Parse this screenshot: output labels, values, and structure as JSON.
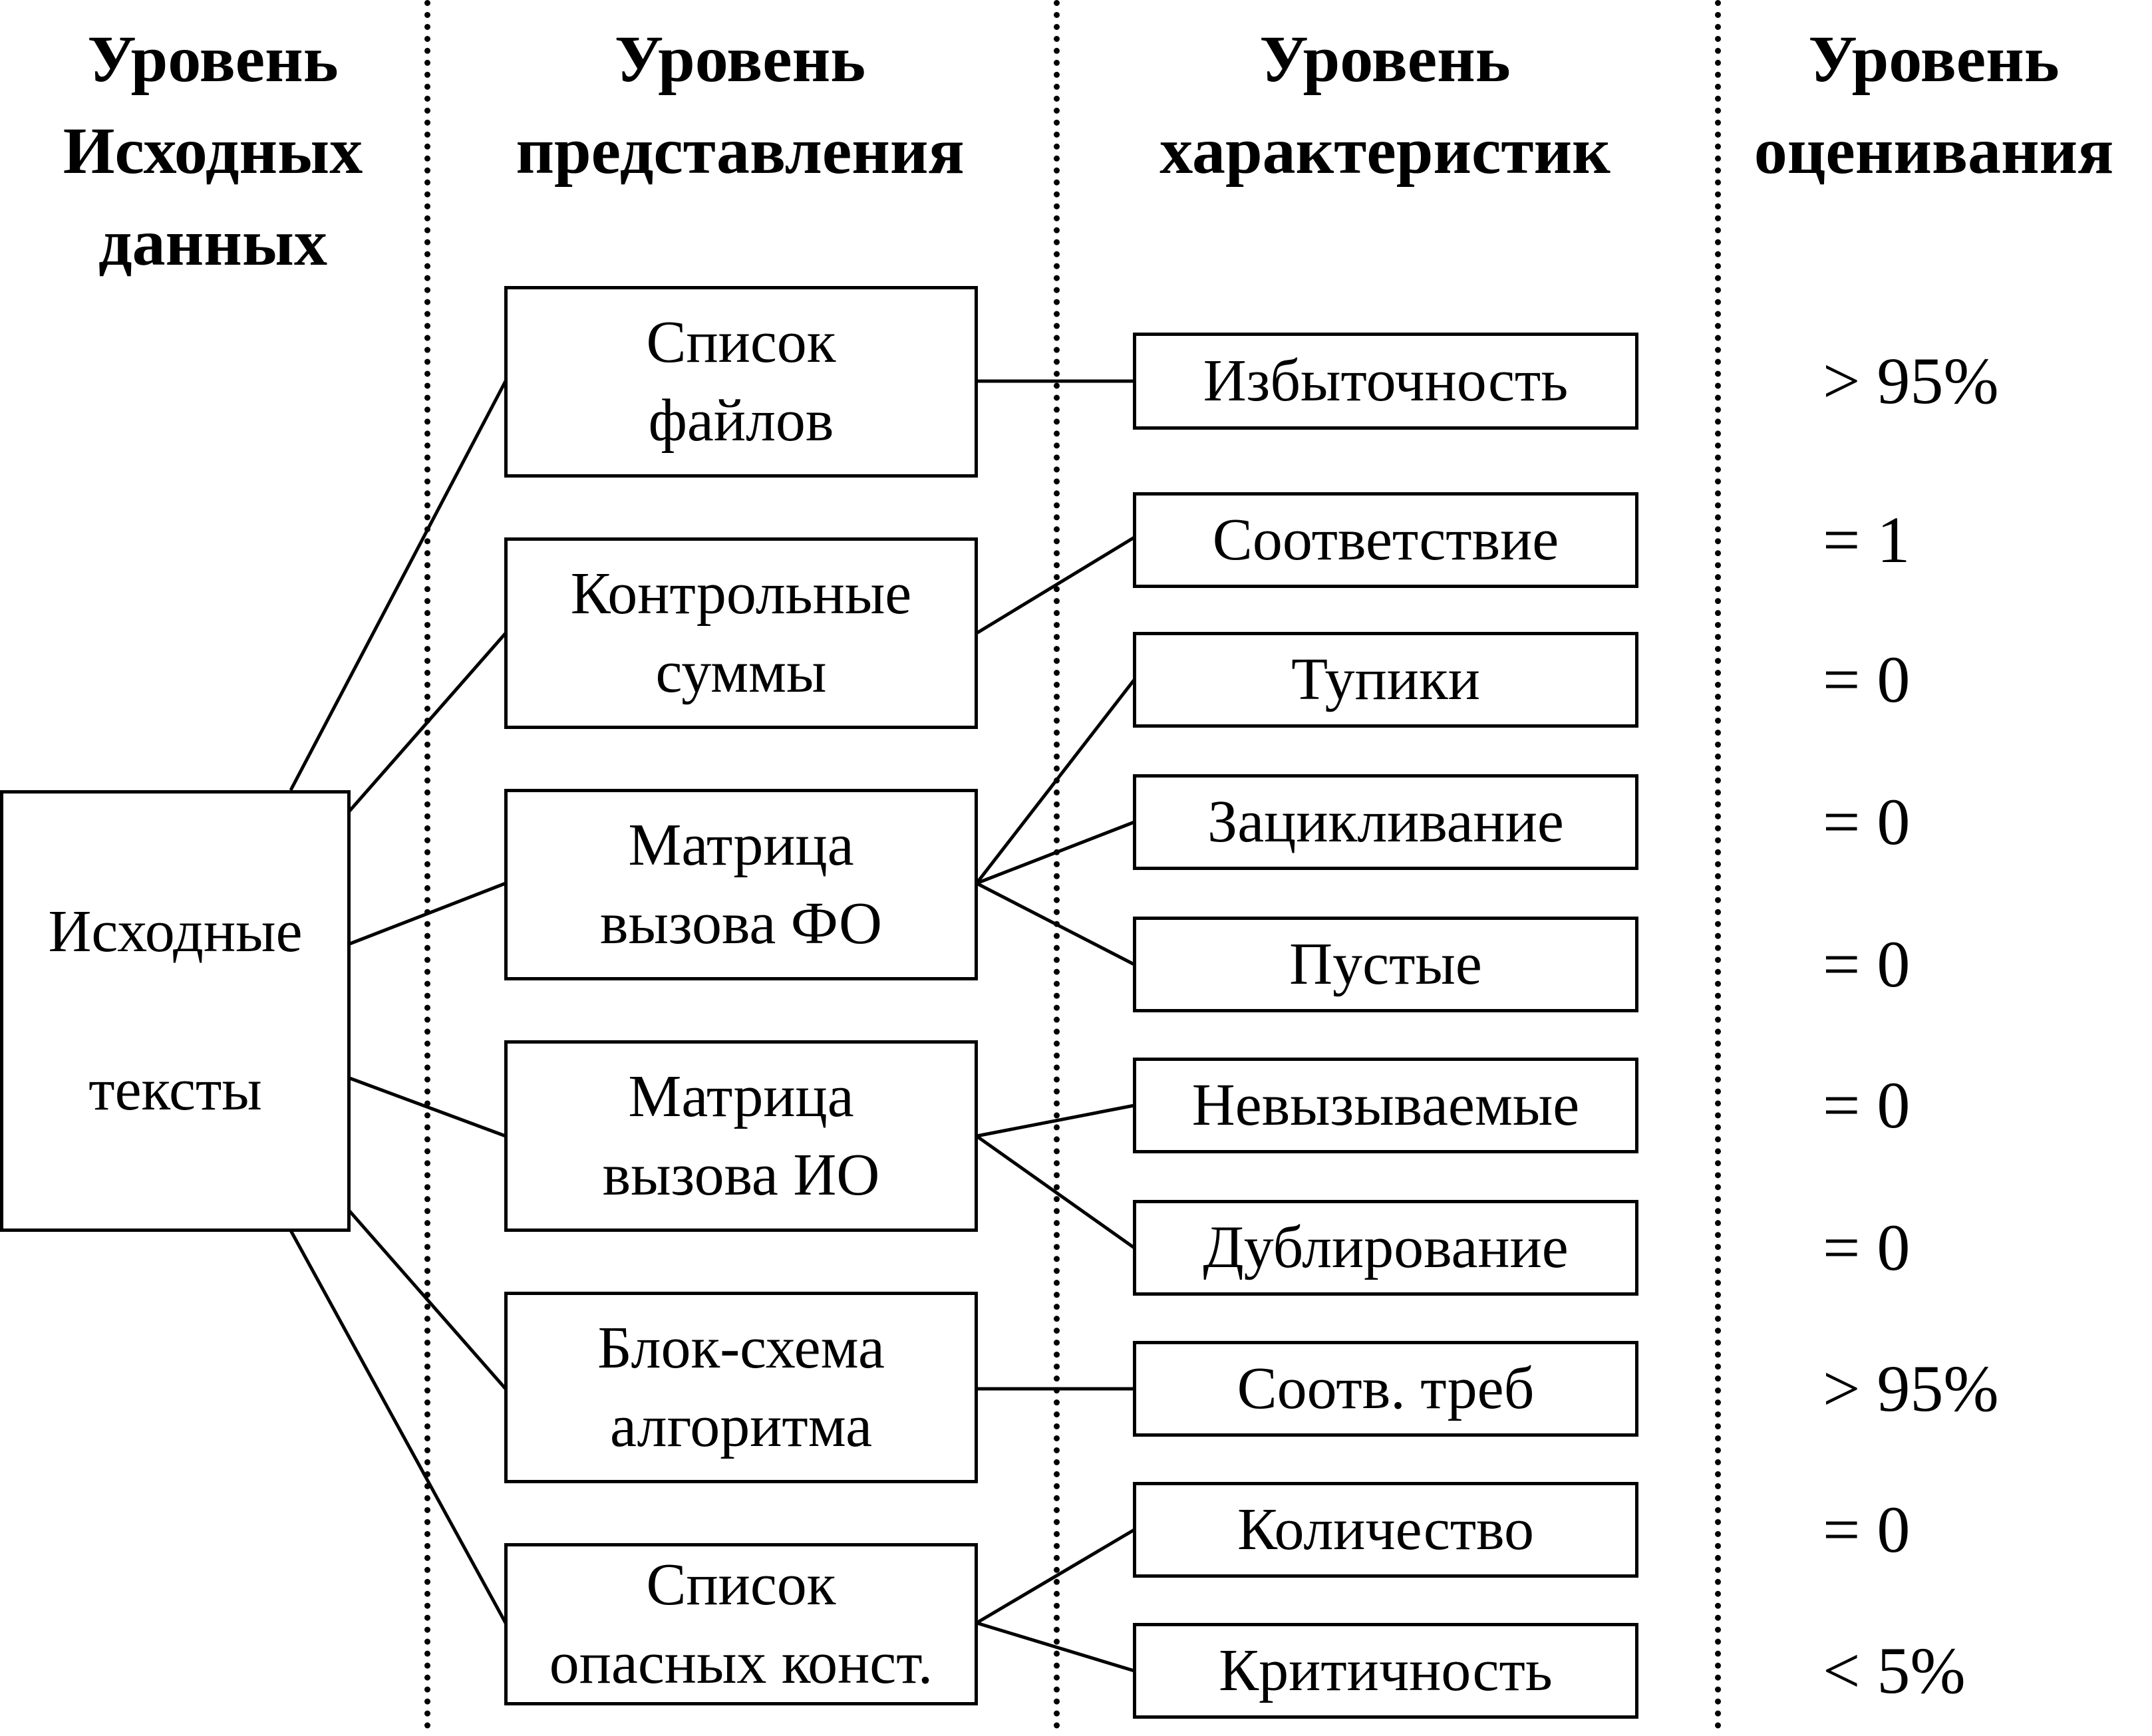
{
  "headers": {
    "source": [
      "Уровень",
      "Исходных",
      "данных"
    ],
    "representation": [
      "Уровень",
      "представления"
    ],
    "characteristics": [
      "Уровень",
      "характеристик"
    ],
    "evaluation": [
      "Уровень",
      "оценивания"
    ]
  },
  "source_box": [
    "Исходные",
    "тексты"
  ],
  "representation_boxes": [
    [
      "Список",
      "файлов"
    ],
    [
      "Контрольные",
      "суммы"
    ],
    [
      "Матрица",
      "вызова ФО"
    ],
    [
      "Матрица",
      "вызова ИО"
    ],
    [
      "Блок-схема",
      "алгоритма"
    ],
    [
      "Список",
      "опасных конст."
    ]
  ],
  "characteristics": [
    "Избыточность",
    "Соответствие",
    "Тупики",
    "Зацикливание",
    "Пустые",
    "Невызываемые",
    "Дублирование",
    "Соотв. треб",
    "Количество",
    "Критичность"
  ],
  "scores": [
    "> 95%",
    "= 1",
    "= 0",
    "= 0",
    "= 0",
    "= 0",
    "= 0",
    "> 95%",
    "= 0",
    "< 5%"
  ]
}
